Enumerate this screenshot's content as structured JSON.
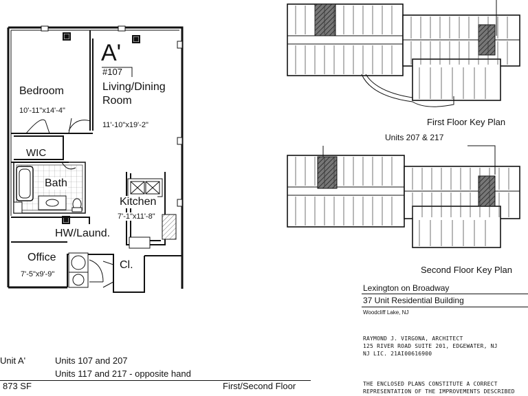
{
  "unit": {
    "letter": "A'",
    "number": "#107",
    "rooms": [
      {
        "key": "bedroom",
        "name": "Bedroom",
        "dims": "10'-11\"x14'-4\""
      },
      {
        "key": "living",
        "name": "Living/Dining",
        "name2": "Room",
        "dims": "11'-10\"x19'-2\""
      },
      {
        "key": "wic",
        "name": "WIC"
      },
      {
        "key": "bath",
        "name": "Bath"
      },
      {
        "key": "kitchen",
        "name": "Kitchen",
        "dims": "7'-1\"x11'-8\""
      },
      {
        "key": "hw",
        "name": "HW/Laund."
      },
      {
        "key": "office",
        "name": "Office",
        "dims": "7'-5\"x9'-9\""
      },
      {
        "key": "closet",
        "name": "Cl."
      }
    ]
  },
  "key_plans": {
    "first_floor": "First Floor Key Plan",
    "second_floor": "Second Floor Key Plan",
    "units_callout": "Units 207 & 217"
  },
  "building": {
    "name": "Lexington on Broadway",
    "description": "37 Unit Residential Building",
    "location": "Woodcliff Lake, NJ"
  },
  "architect": {
    "name": "RAYMOND J. VIRGONA, ARCHITECT",
    "address": "125 RIVER ROAD SUITE 201, EDGEWATER, NJ",
    "license": "NJ LIC. 21AI00616900"
  },
  "disclaimer": {
    "line1": "THE ENCLOSED PLANS CONSTITUTE A CORRECT",
    "line2": "REPRESENTATION OF THE IMPROVEMENTS DESCRIBED"
  },
  "footer": {
    "unit_label": "Unit A'",
    "units_line1": "Units 107 and 207",
    "units_line2": "Units 117 and 217 - opposite hand",
    "area": "873 SF",
    "floors": "First/Second Floor"
  }
}
